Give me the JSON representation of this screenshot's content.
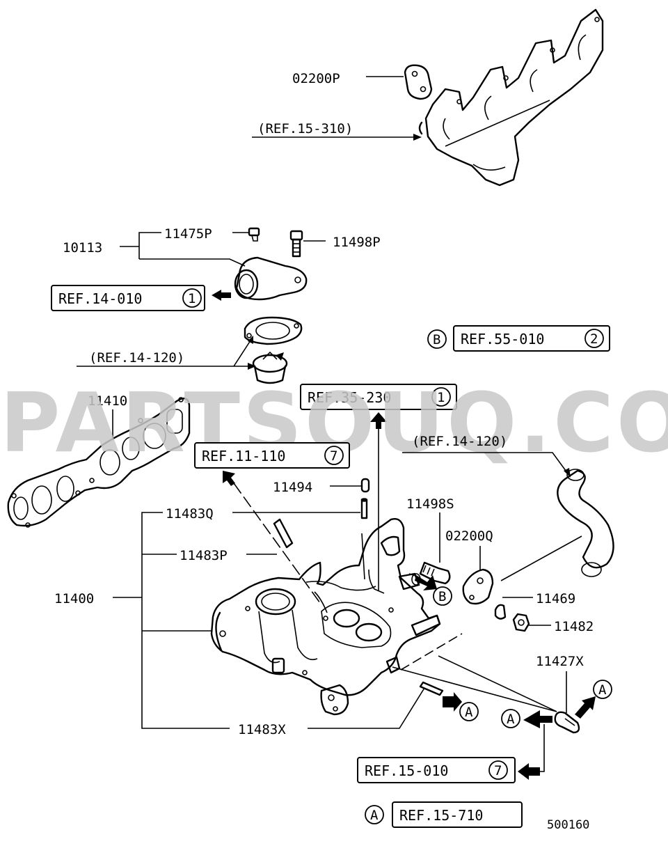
{
  "watermark": "PARTSOUQ.COM",
  "diagram_number": "500160",
  "parts": {
    "p02200P": "02200P",
    "p10113": "10113",
    "p11475P": "11475P",
    "p11498P": "11498P",
    "p11410": "11410",
    "p11494": "11494",
    "p11483Q": "11483Q",
    "p11483P": "11483P",
    "p11400": "11400",
    "p11498S": "11498S",
    "p02200Q": "02200Q",
    "p11469": "11469",
    "p11482": "11482",
    "p11427X": "11427X",
    "p11483X": "11483X"
  },
  "refs": {
    "r15_310": "(REF.15-310)",
    "r14_010": "REF.14-010",
    "r14_010_num": "1",
    "r14_120_left": "(REF.14-120)",
    "r55_010": "REF.55-010",
    "r55_010_num": "2",
    "r55_010_letter": "B",
    "r35_230": "REF.35-230",
    "r35_230_num": "1",
    "r11_110": "REF.11-110",
    "r11_110_num": "7",
    "r14_120_right": "(REF.14-120)",
    "r15_010": "REF.15-010",
    "r15_010_num": "7",
    "r15_710": "REF.15-710",
    "r15_710_letter": "A"
  },
  "markers": {
    "b_marker": "B",
    "a_marker_1": "A",
    "a_marker_2": "A",
    "a_marker_3": "A"
  }
}
